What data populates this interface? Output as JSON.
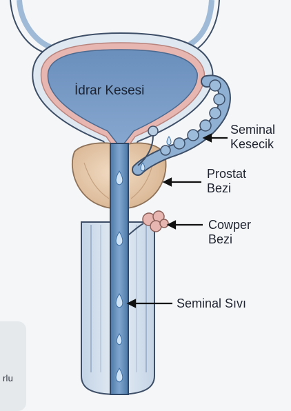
{
  "diagram": {
    "bladder_label": "İdrar Kesesi",
    "labels": [
      {
        "line1": "Seminal",
        "line2": "Kesecik"
      },
      {
        "line1": "Prostat",
        "line2": "Bezi"
      },
      {
        "line1": "Cowper",
        "line2": "Bezi"
      },
      {
        "line1": "Seminal Sıvı",
        "line2": ""
      }
    ],
    "side_card_text": "rlu"
  },
  "colors": {
    "fluid": "#5b8fc4",
    "bladder_wall": "#e7b6b0",
    "prostate": "#e8cdb0",
    "duct": "#8fb0d2",
    "outline": "#3d4e66"
  }
}
